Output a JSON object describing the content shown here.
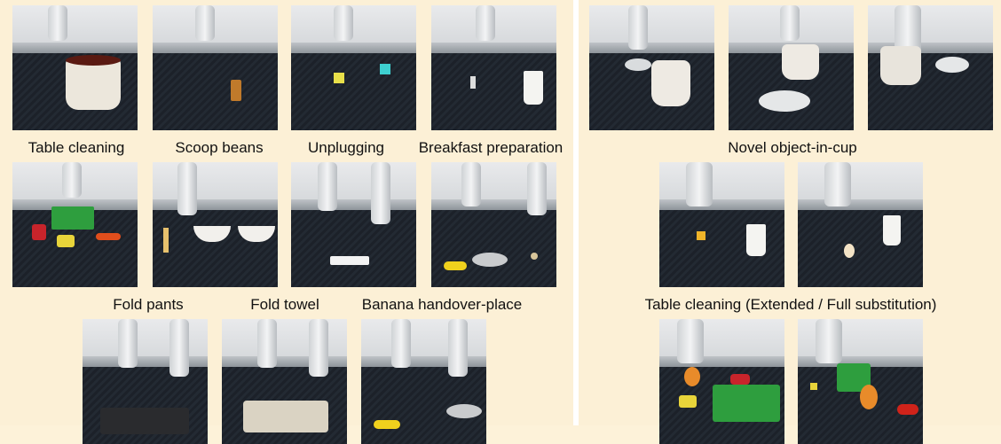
{
  "left_panel": {
    "row1_labels": [
      "Table cleaning",
      "Scoop beans",
      "Unplugging",
      "Breakfast preparation"
    ],
    "row2_labels": [
      "Fold pants",
      "Fold towel",
      "Banana handover-place"
    ]
  },
  "right_panel": {
    "section1_label": "Novel object-in-cup",
    "section2_label": "Table cleaning (Extended / Full substitution)"
  },
  "colors": {
    "background": "#fcf0d6",
    "table": "#1c2129",
    "green_box": "#2e9e3e"
  }
}
